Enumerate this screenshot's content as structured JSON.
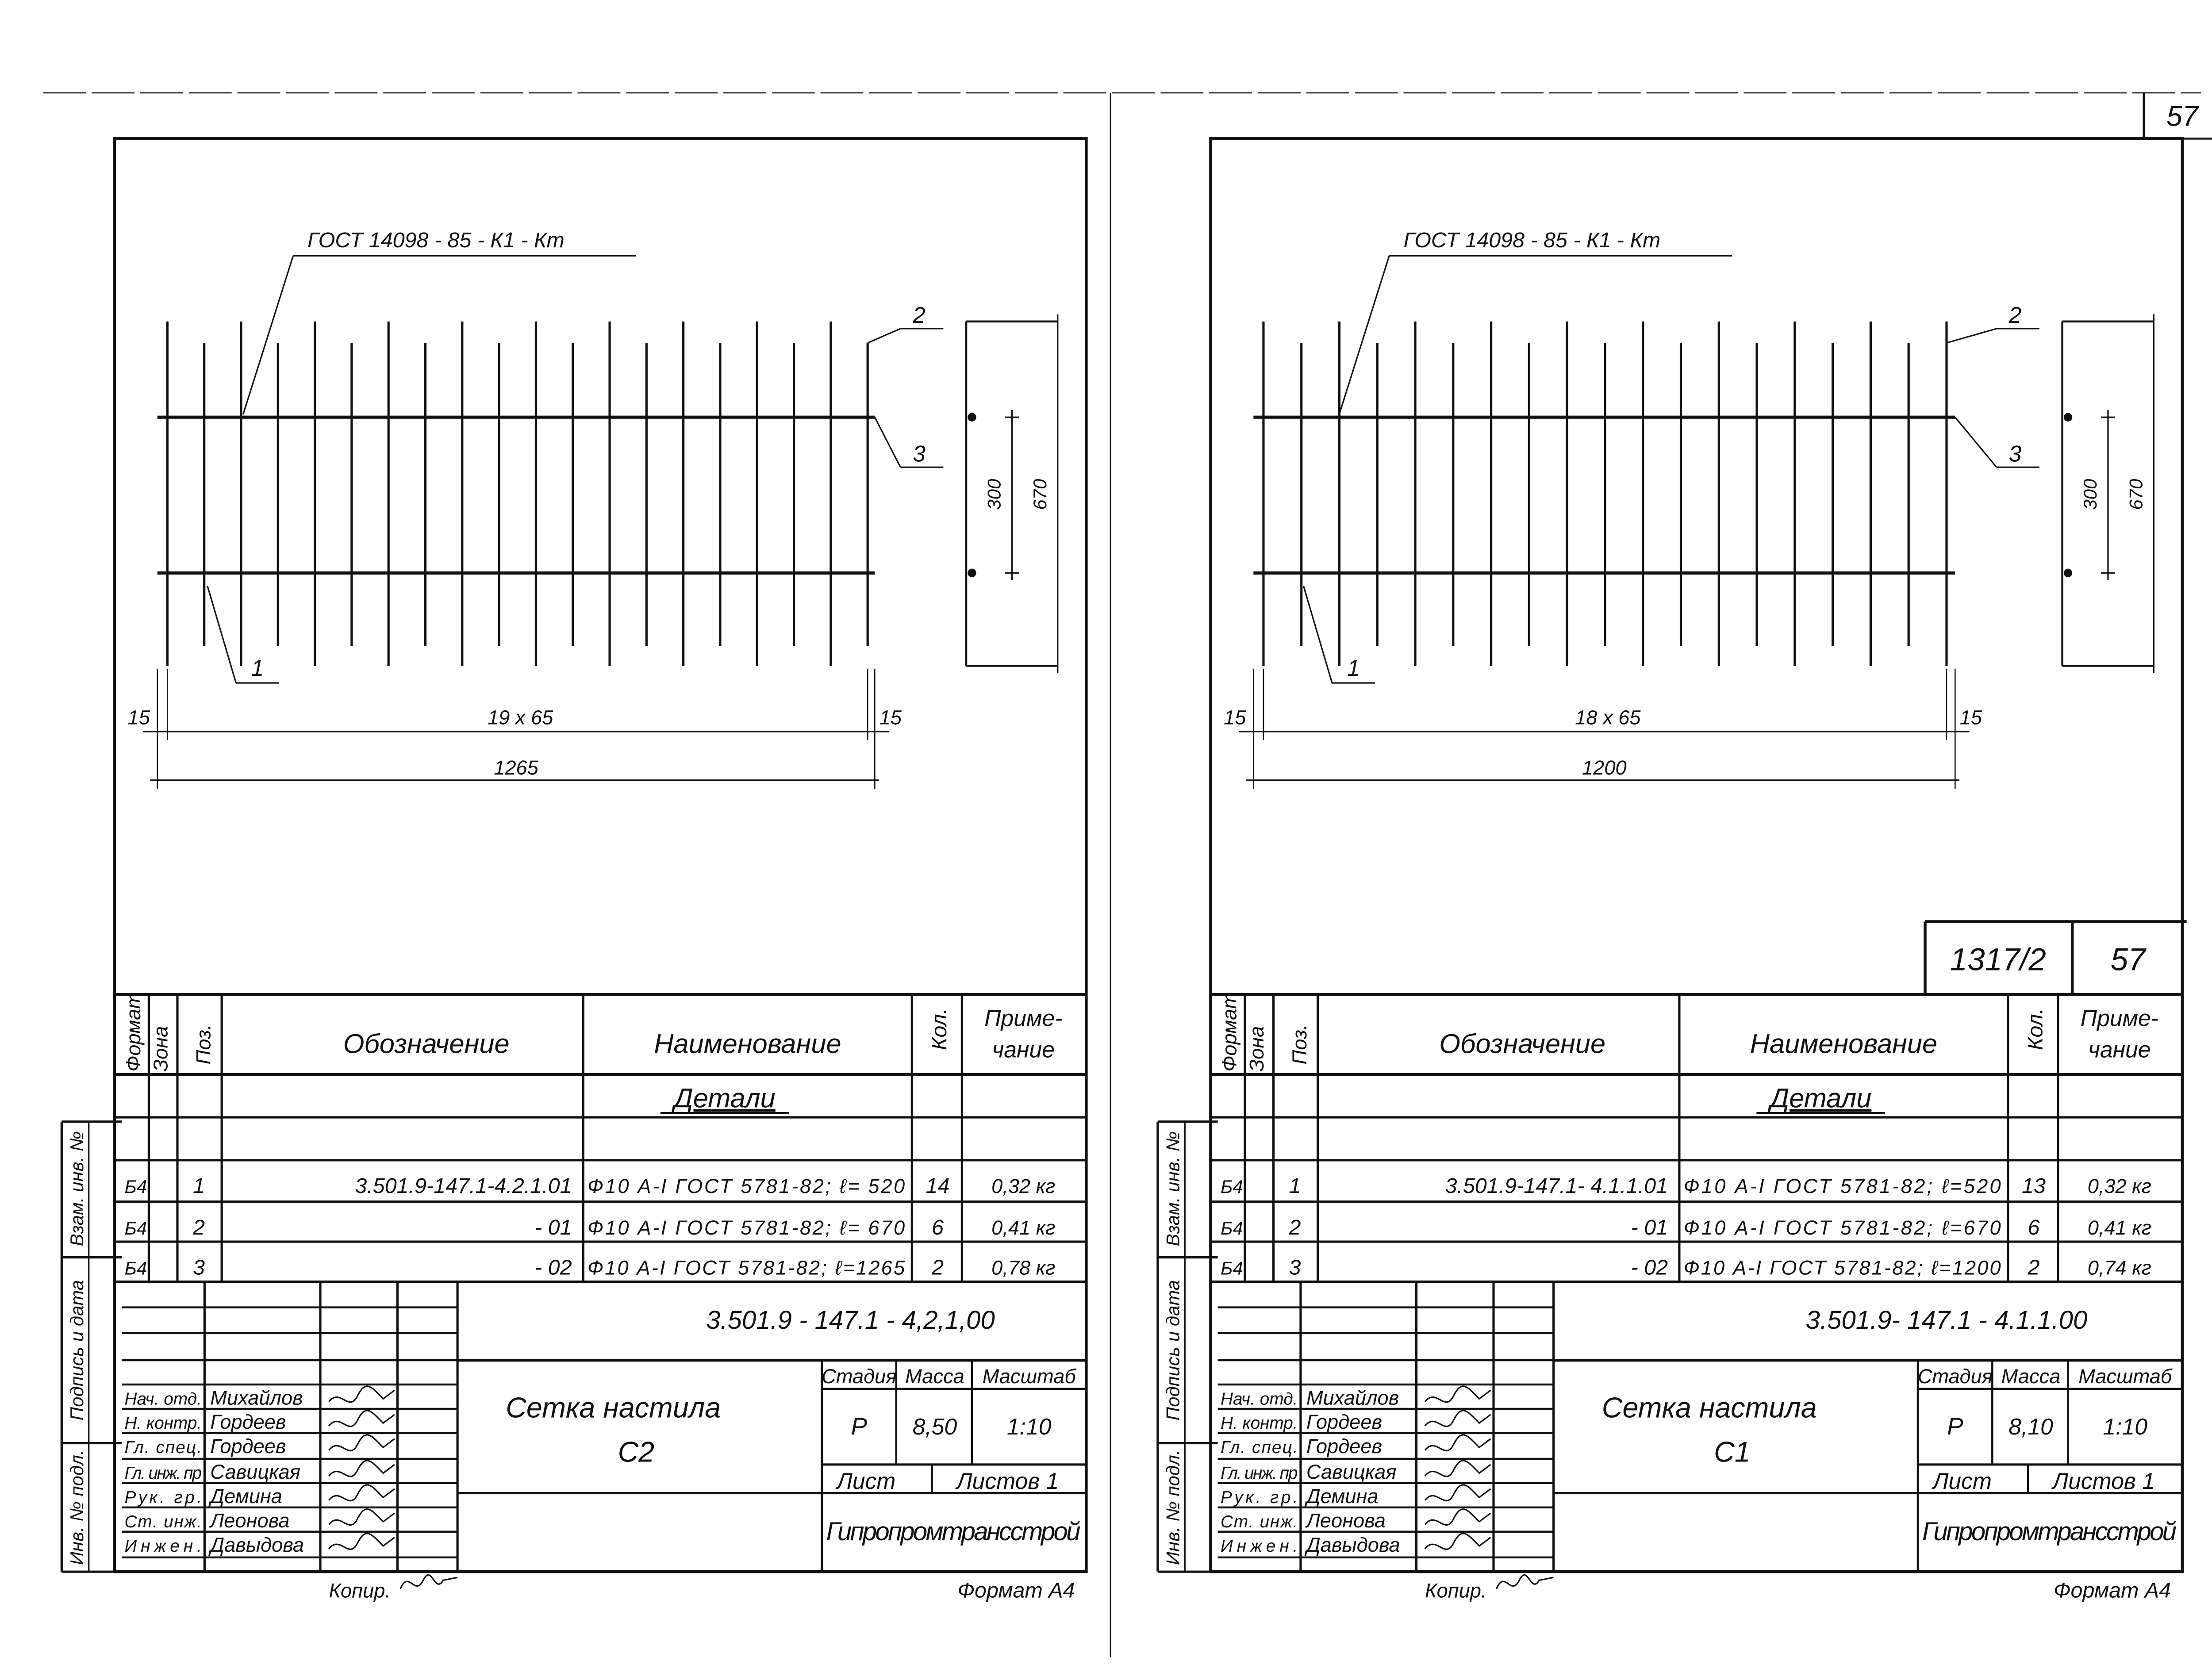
{
  "page_number": "57",
  "sheets": [
    {
      "leader_label": "ГОСТ 14098 - 85 - К1 - Кт",
      "positions": [
        "1",
        "2",
        "3"
      ],
      "dims": {
        "edge_left": "15",
        "edge_right": "15",
        "spacing": "19 x 65",
        "total": "1265",
        "inner": "300",
        "outer": "670"
      },
      "table": {
        "headers": [
          "Формат",
          "Зона",
          "Поз.",
          "Обозначение",
          "Наименование",
          "Кол.",
          "Приме-",
          "чание"
        ],
        "section": "Детали",
        "rows": [
          {
            "format": "Б4",
            "pos": "1",
            "designation": "3.501.9-147.1-4.2.1.01",
            "name": "Ф10 А-I ГОСТ 5781-82; ℓ= 520",
            "qty": "14",
            "note": "0,32 кг"
          },
          {
            "format": "Б4",
            "pos": "2",
            "designation": "- 01",
            "name": "Ф10 А-I ГОСТ 5781-82; ℓ= 670",
            "qty": "6",
            "note": "0,41 кг"
          },
          {
            "format": "Б4",
            "pos": "3",
            "designation": "- 02",
            "name": "Ф10 А-I ГОСТ 5781-82; ℓ=1265",
            "qty": "2",
            "note": "0,78 кг"
          }
        ]
      },
      "title_block": {
        "code": "3.501.9 - 147.1 - 4,2,1,00",
        "title_line1": "Сетка   настила",
        "title_line2": "С2",
        "stage_label": "Стадия",
        "mass_label": "Масса",
        "scale_label": "Масштаб",
        "stage": "Р",
        "mass": "8,50",
        "scale": "1:10",
        "sheet_label": "Лист",
        "sheets_label": "Листов  1",
        "org": "Гипропромтрансстрой",
        "staff": [
          {
            "role": "Нач. отд.",
            "name": "Михайлов"
          },
          {
            "role": "Н. контр.",
            "name": "Гордеев"
          },
          {
            "role": "Гл. спец.",
            "name": "Гордеев"
          },
          {
            "role": "Гл. инж. пр",
            "name": "Савицкая"
          },
          {
            "role": "Рук. гр.",
            "name": "Демина"
          },
          {
            "role": "Ст. инж.",
            "name": "Леонова"
          },
          {
            "role": "Инжен.",
            "name": "Давыдова"
          }
        ]
      },
      "stamp": [
        "Взам. инв. №",
        "Подпись и дата",
        "Инв. № подл."
      ],
      "footer": {
        "copied": "Копир.",
        "format": "Формат  А4"
      }
    },
    {
      "leader_label": "ГОСТ 14098 - 85 - К1 - Кт",
      "positions": [
        "1",
        "2",
        "3"
      ],
      "dims": {
        "edge_left": "15",
        "edge_right": "15",
        "spacing": "18 x 65",
        "total": "1200",
        "inner": "300",
        "outer": "670"
      },
      "sheet_ref": {
        "series": "1317/2",
        "page": "57"
      },
      "table": {
        "headers": [
          "Формат",
          "Зона",
          "Поз.",
          "Обозначение",
          "Наименование",
          "Кол.",
          "Приме-",
          "чание"
        ],
        "section": "Детали",
        "rows": [
          {
            "format": "Б4",
            "pos": "1",
            "designation": "3.501.9-147.1- 4.1.1.01",
            "name": "Ф10 А-I ГОСТ 5781-82; ℓ=520",
            "qty": "13",
            "note": "0,32 кг"
          },
          {
            "format": "Б4",
            "pos": "2",
            "designation": "- 01",
            "name": "Ф10 А-I ГОСТ 5781-82; ℓ=670",
            "qty": "6",
            "note": "0,41 кг"
          },
          {
            "format": "Б4",
            "pos": "3",
            "designation": "- 02",
            "name": "Ф10 А-I ГОСТ 5781-82; ℓ=1200",
            "qty": "2",
            "note": "0,74 кг"
          }
        ]
      },
      "title_block": {
        "code": "3.501.9- 147.1 - 4.1.1.00",
        "title_line1": "Сетка   настила",
        "title_line2": "С1",
        "stage_label": "Стадия",
        "mass_label": "Масса",
        "scale_label": "Масштаб",
        "stage": "Р",
        "mass": "8,10",
        "scale": "1:10",
        "sheet_label": "Лист",
        "sheets_label": "Листов  1",
        "org": "Гипропромтрансстрой",
        "staff": [
          {
            "role": "Нач. отд.",
            "name": "Михайлов"
          },
          {
            "role": "Н. контр.",
            "name": "Гордеев"
          },
          {
            "role": "Гл. спец.",
            "name": "Гордеев"
          },
          {
            "role": "Гл. инж. пр",
            "name": "Савицкая"
          },
          {
            "role": "Рук. гр.",
            "name": "Демина"
          },
          {
            "role": "Ст. инж.",
            "name": "Леонова"
          },
          {
            "role": "Инжен.",
            "name": "Давыдова"
          }
        ]
      },
      "stamp": [
        "Взам. инв. №",
        "Подпись и дата",
        "Инв. № подл."
      ],
      "footer": {
        "copied": "Копир.",
        "format": "Формат  А4"
      }
    }
  ]
}
